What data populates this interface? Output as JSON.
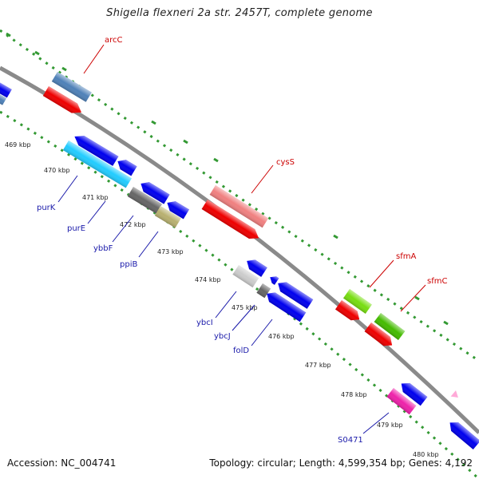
{
  "title": "Shigella flexneri 2a str. 2457T, complete genome",
  "footer": {
    "accession": "Accession: NC_004741",
    "summary": "Topology: circular; Length: 4,599,354 bp; Genes: 4,192"
  },
  "kbp_ticks": [
    "469 kbp",
    "470 kbp",
    "471 kbp",
    "472 kbp",
    "473 kbp",
    "474 kbp",
    "475 kbp",
    "476 kbp",
    "477 kbp",
    "478 kbp",
    "479 kbp",
    "480 kbp"
  ],
  "genes": [
    {
      "name": "arcC",
      "strand": "outer",
      "color": "#cc0000"
    },
    {
      "name": "cysS",
      "strand": "outer",
      "color": "#cc0000"
    },
    {
      "name": "sfmA",
      "strand": "outer",
      "color": "#cc0000"
    },
    {
      "name": "sfmC",
      "strand": "outer",
      "color": "#cc0000"
    },
    {
      "name": "purK",
      "strand": "inner",
      "color": "#1a1aaa"
    },
    {
      "name": "purE",
      "strand": "inner",
      "color": "#1a1aaa"
    },
    {
      "name": "ybbF",
      "strand": "inner",
      "color": "#1a1aaa"
    },
    {
      "name": "ppiB",
      "strand": "inner",
      "color": "#1a1aaa"
    },
    {
      "name": "ybcI",
      "strand": "inner",
      "color": "#1a1aaa"
    },
    {
      "name": "ybcJ",
      "strand": "inner",
      "color": "#1a1aaa"
    },
    {
      "name": "folD",
      "strand": "inner",
      "color": "#1a1aaa"
    },
    {
      "name": "S0471",
      "strand": "inner",
      "color": "#1a1aaa"
    }
  ],
  "colors": {
    "backbone": "#808080",
    "outer_dots": "#339933",
    "inner_dots": "#339933",
    "forward_gene": "#ff0000",
    "reverse_gene": "#0000ee",
    "steelblue_gene": "#4f81b8",
    "cyan_gene": "#22ccff",
    "salmon_gene": "#f08080",
    "lime_gene": "#77dd11",
    "green_gene": "#44bb00",
    "magenta_gene": "#ee22aa",
    "grey_gene": "#666666",
    "lightgrey_gene": "#cccccc",
    "khaki_gene": "#b8b070"
  }
}
